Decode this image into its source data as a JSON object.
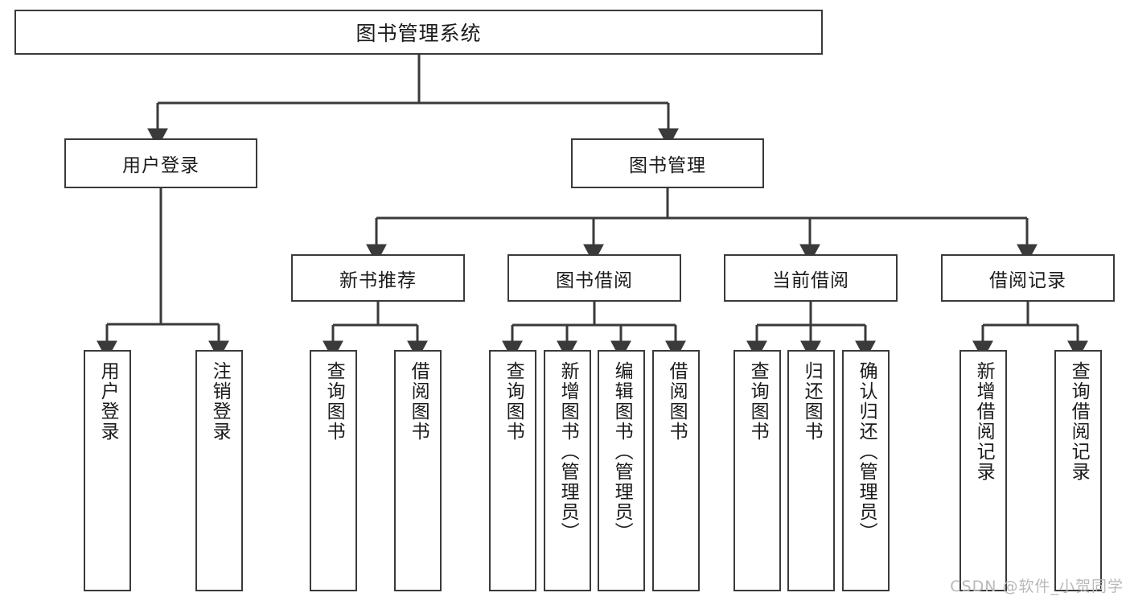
{
  "diagram": {
    "title": "图书管理系统",
    "type": "tree",
    "colors": {
      "box_border": "#3a3a3a",
      "box_fill": "#ffffff",
      "edge": "#3a3a3a",
      "text": "#1b1b1b",
      "watermark": "#b9b9b9"
    },
    "root": {
      "id": "root",
      "label": "图书管理系统",
      "orientation": "horizontal"
    },
    "level2": [
      {
        "id": "user-login",
        "label": "用户登录",
        "orientation": "horizontal"
      },
      {
        "id": "book-management",
        "label": "图书管理",
        "orientation": "horizontal"
      }
    ],
    "level3": [
      {
        "id": "new-book-recommend",
        "label": "新书推荐",
        "orientation": "horizontal",
        "parent": "book-management"
      },
      {
        "id": "book-borrow",
        "label": "图书借阅",
        "orientation": "horizontal",
        "parent": "book-management"
      },
      {
        "id": "current-borrow",
        "label": "当前借阅",
        "orientation": "horizontal",
        "parent": "book-management"
      },
      {
        "id": "borrow-record",
        "label": "借阅记录",
        "orientation": "horizontal",
        "parent": "book-management"
      }
    ],
    "leaves": [
      {
        "id": "leaf-user-login",
        "label": "用户登录",
        "orientation": "vertical",
        "parent": "user-login"
      },
      {
        "id": "leaf-user-logout",
        "label": "注销登录",
        "orientation": "vertical",
        "parent": "user-login"
      },
      {
        "id": "leaf-query-book-1",
        "label": "查询图书",
        "orientation": "vertical",
        "parent": "new-book-recommend"
      },
      {
        "id": "leaf-borrow-book-1",
        "label": "借阅图书",
        "orientation": "vertical",
        "parent": "new-book-recommend"
      },
      {
        "id": "leaf-query-book-2",
        "label": "查询图书",
        "orientation": "vertical",
        "parent": "book-borrow"
      },
      {
        "id": "leaf-add-book",
        "label": "新增图书（管理员）",
        "orientation": "vertical",
        "parent": "book-borrow"
      },
      {
        "id": "leaf-edit-book",
        "label": "编辑图书（管理员）",
        "orientation": "vertical",
        "parent": "book-borrow"
      },
      {
        "id": "leaf-borrow-book-2",
        "label": "借阅图书",
        "orientation": "vertical",
        "parent": "book-borrow"
      },
      {
        "id": "leaf-query-book-3",
        "label": "查询图书",
        "orientation": "vertical",
        "parent": "current-borrow"
      },
      {
        "id": "leaf-return-book",
        "label": "归还图书",
        "orientation": "vertical",
        "parent": "current-borrow"
      },
      {
        "id": "leaf-confirm-return",
        "label": "确认归还（管理员）",
        "orientation": "vertical",
        "parent": "current-borrow"
      },
      {
        "id": "leaf-add-record",
        "label": "新增借阅记录",
        "orientation": "vertical",
        "parent": "borrow-record"
      },
      {
        "id": "leaf-query-record",
        "label": "查询借阅记录",
        "orientation": "vertical",
        "parent": "borrow-record"
      }
    ],
    "watermark": "CSDN @软件_小贺同学"
  }
}
